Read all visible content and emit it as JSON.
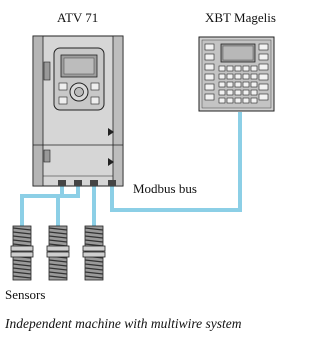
{
  "labels": {
    "drive": "ATV 71",
    "hmi": "XBT Magelis",
    "bus": "Modbus bus",
    "sensors": "Sensors"
  },
  "caption": "Independent machine with multiwire system",
  "colors": {
    "bus_cable": "#8ccfe6",
    "device_body": "#d6d6d6",
    "device_shade": "#a8a8a8",
    "outline": "#222222"
  }
}
